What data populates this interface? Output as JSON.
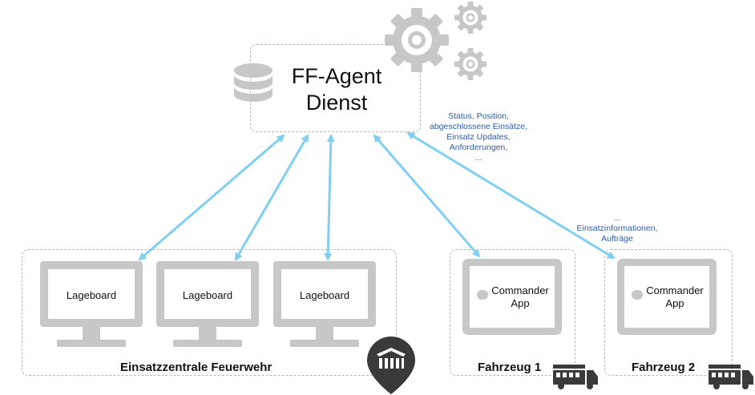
{
  "service": {
    "title_line1": "FF-Agent",
    "title_line2": "Dienst"
  },
  "upstream_note": {
    "lines": [
      "Status, Position,",
      "abgeschlossene Einsätze,",
      "Einsatz Updates,",
      "Anforderungen,",
      "..."
    ]
  },
  "downstream_note": {
    "lines": [
      "...",
      "Einsatzinformationen,",
      "Aufträge"
    ]
  },
  "center": {
    "label": "Einsatzzentrale Feuerwehr",
    "monitors": [
      {
        "label": "Lageboard"
      },
      {
        "label": "Lageboard"
      },
      {
        "label": "Lageboard"
      }
    ]
  },
  "vehicles": [
    {
      "label": "Fahrzeug 1",
      "app_line1": "Commander",
      "app_line2": "App"
    },
    {
      "label": "Fahrzeug 2",
      "app_line1": "Commander",
      "app_line2": "App"
    }
  ],
  "colors": {
    "arrow": "#7fcff3",
    "icon_gray": "#c7c7c7",
    "dark_icon": "#3a3a3a",
    "note_text": "#2a5ea8"
  },
  "icons": [
    "database-icon",
    "gear-icon",
    "building-pin-icon",
    "fire-truck-icon"
  ]
}
